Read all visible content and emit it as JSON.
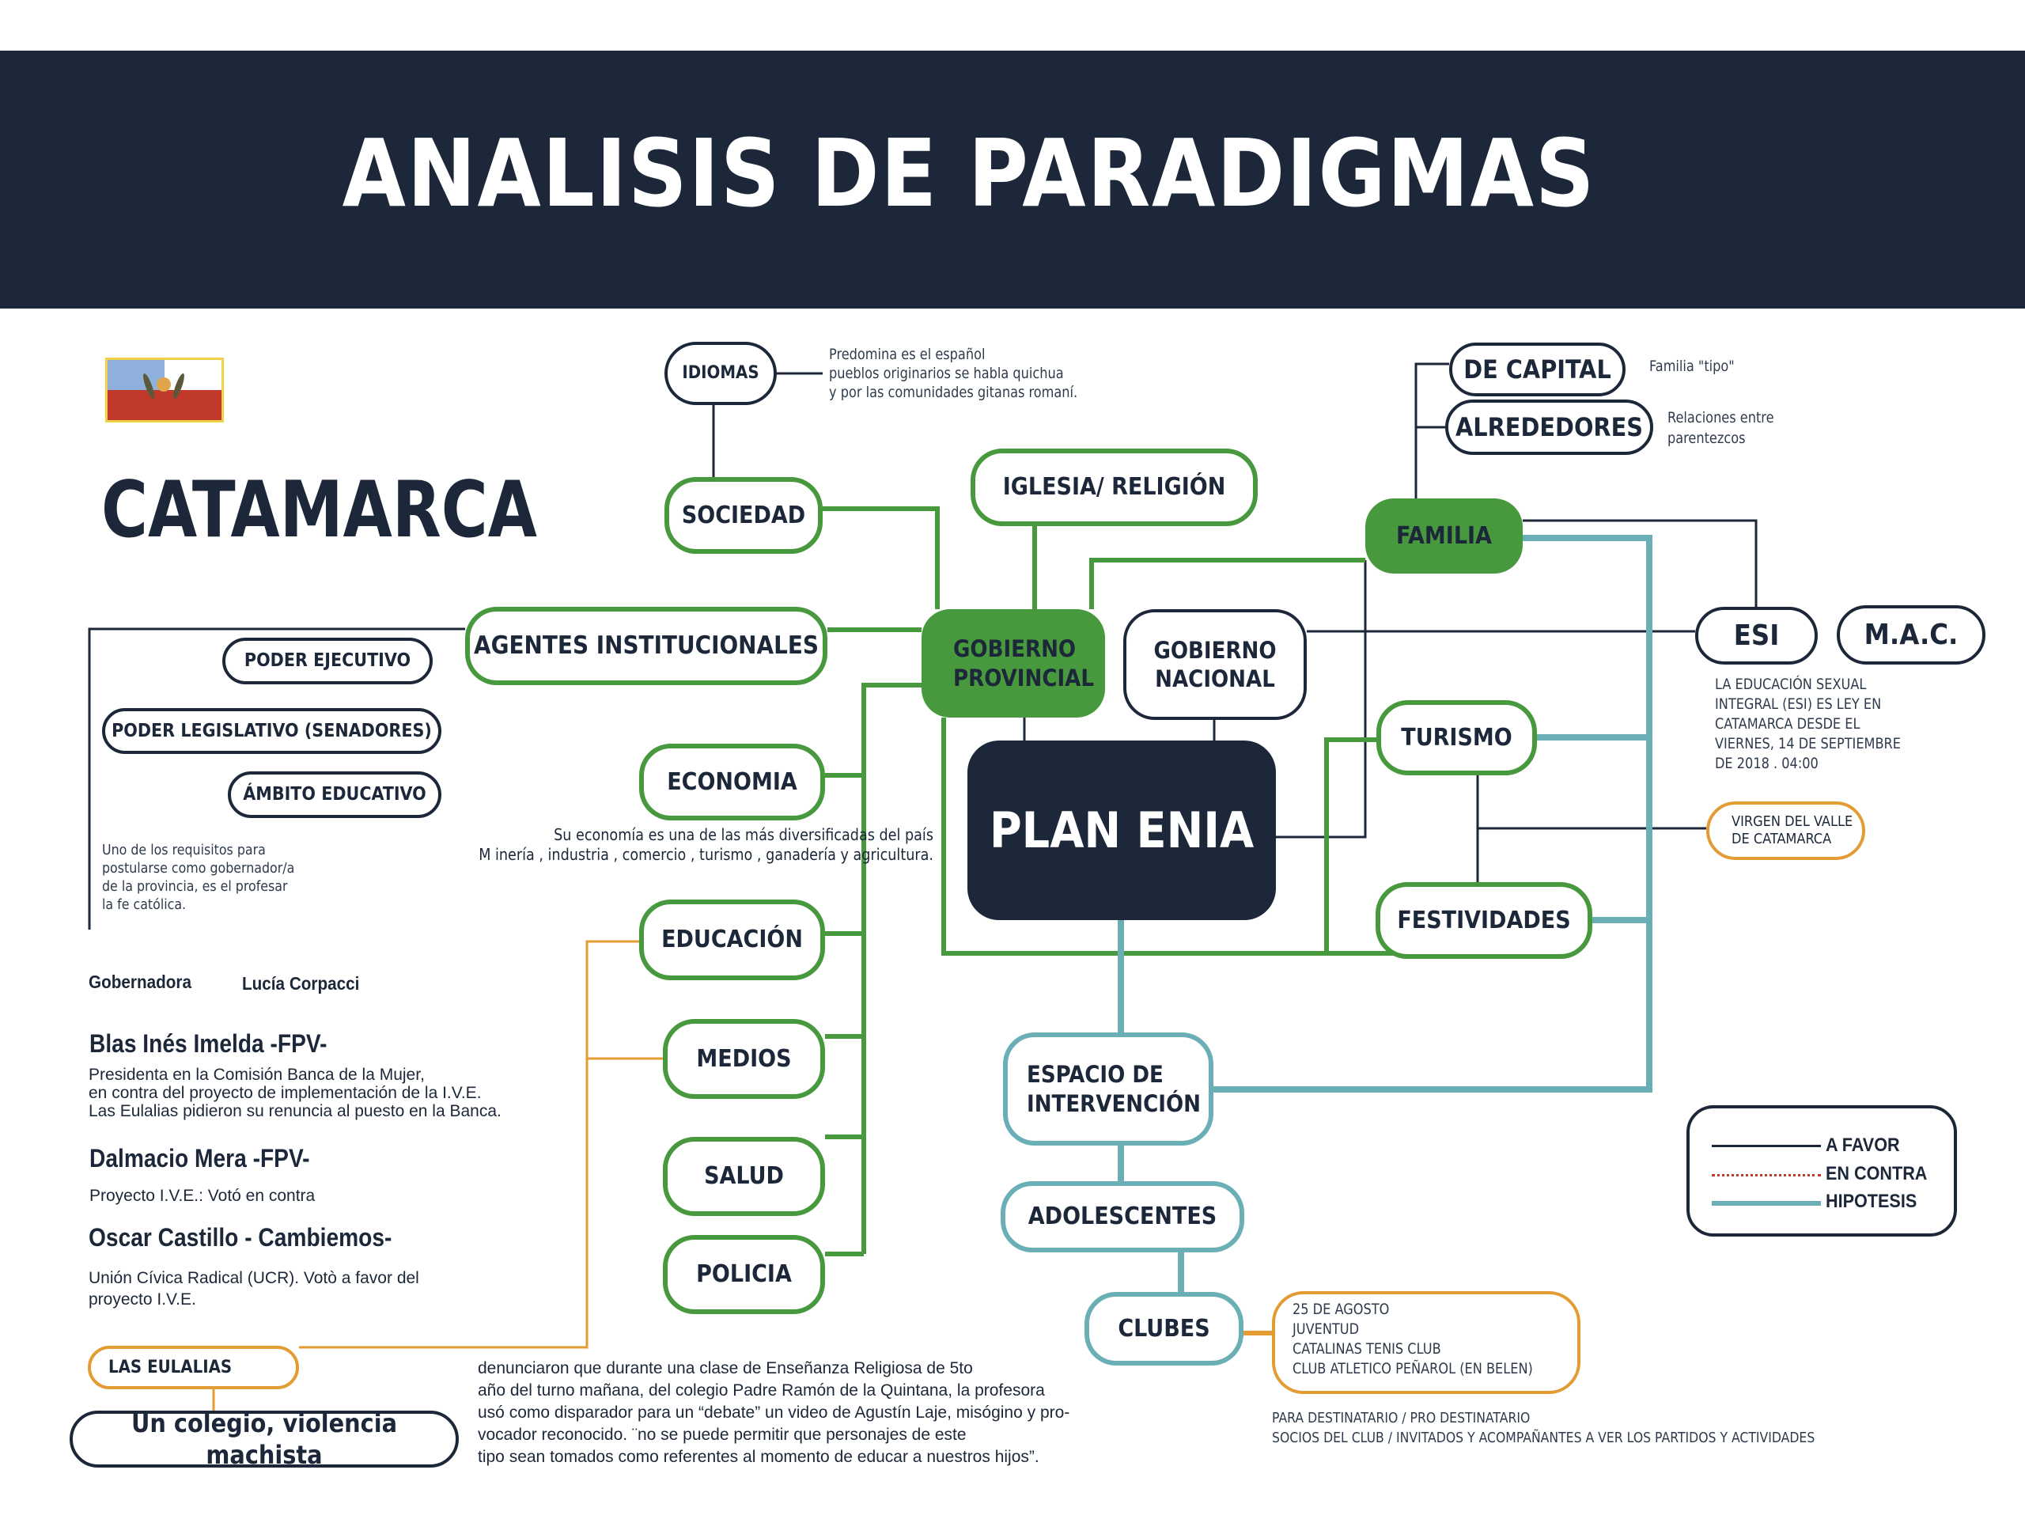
{
  "header": {
    "title": "ANALISIS DE PARADIGMAS"
  },
  "province": {
    "name": "CATAMARCA",
    "flag_icon": "catamarca-flag"
  },
  "colors": {
    "navy": "#1c2739",
    "green": "#48993e",
    "teal": "#6aafb5",
    "orange": "#e39b34",
    "red": "#c0392b"
  },
  "nodes": {
    "idiomas": "IDIOMAS",
    "sociedad": "SOCIEDAD",
    "iglesia": "IGLESIA/ RELIGIÓN",
    "familia": "FAMILIA",
    "de_capital": "DE CAPITAL",
    "alrededores": "ALREDEDORES",
    "agentes": "AGENTES INSTITUCIONALES",
    "gob_provincial": "GOBIERNO\nPROVINCIAL",
    "gob_nacional": "GOBIERNO\nNACIONAL",
    "esi": "ESI",
    "mac": "M.A.C.",
    "plan_enia": "PLAN ENIA",
    "turismo": "TURISMO",
    "festividades": "FESTIVIDADES",
    "economia": "ECONOMIA",
    "educacion": "EDUCACIÓN",
    "medios": "MEDIOS",
    "salud": "SALUD",
    "policia": "POLICIA",
    "espacio": "ESPACIO DE\nINTERVENCIÓN",
    "adolescentes": "ADOLESCENTES",
    "clubes": "CLUBES",
    "poder_ejecutivo": "PODER EJECUTIVO",
    "poder_legislativo": "PODER LEGISLATIVO (SENADORES)",
    "ambito_educativo": "ÁMBITO EDUCATIVO",
    "virgen": "VIRGEN DEL VALLE\nDE CATAMARCA",
    "las_eulalias": "LAS EULALIAS",
    "colegio": "Un colegio, violencia machista"
  },
  "notes": {
    "idiomas": "Predomina es el  español\npueblos originarios se habla quichua\ny por las comunidades gitanas romaní.",
    "de_capital": "Familia \"tipo\"",
    "alrededores": "Relaciones entre\nparentezcos",
    "esi": "LA EDUCACIÓN SEXUAL\nINTEGRAL (ESI) ES LEY EN\nCATAMARCA DESDE EL\nVIERNES, 14 DE SEPTIEMBRE\nDE 2018 . 04:00",
    "economia": "Su economía es una de las más diversificadas del país\nM inería ,  industria ,  comercio ,  turismo ,  ganadería y  agricultura.",
    "requisito": "Uno de los requisitos para\npostularse como gobernador/a\nde la provincia, es el profesar\nla fe católica.",
    "clubes_list": "25 DE AGOSTO\nJUVENTUD\nCATALINAS TENIS CLUB\nCLUB ATLETICO PEÑAROL (EN BELEN)",
    "destinatario": "PARA DESTINATARIO   /   PRO DESTINATARIO\nSOCIOS DEL CLUB / INVITADOS Y ACOMPAÑANTES A VER LOS PARTIDOS Y ACTIVIDADES",
    "eulalias": "denunciaron que durante una clase de Enseñanza Religiosa de 5to\naño del turno mañana, del colegio Padre Ramón de la Quintana, la profesora\nusó como disparador para un “debate” un video de Agustín Laje, misógino y pro-\nvocador reconocido. ¨no se puede permitir que personajes de este\ntipo sean tomados como referentes al momento de educar a nuestros hijos”."
  },
  "governor": {
    "label": "Gobernadora",
    "name": "Lucía Corpacci"
  },
  "senators": [
    {
      "name": "Blas Inés Imelda -FPV-",
      "detail": "Presidenta en la Comisión Banca de la Mujer,\nen contra del  proyecto de implementación de la I.V.E.\nLas Eulalias pidieron su renuncia al puesto en la Banca."
    },
    {
      "name": "Dalmacio Mera -FPV-",
      "detail": "Proyecto I.V.E.: Votó en contra"
    },
    {
      "name": "Oscar Castillo - Cambiemos-",
      "detail": "Unión Cívica Radical (UCR). Votò a favor del\nproyecto I.V.E."
    }
  ],
  "legend": {
    "items": [
      {
        "label": "A FAVOR",
        "style": "solid-navy"
      },
      {
        "label": "EN CONTRA",
        "style": "dotted-red"
      },
      {
        "label": "HIPOTESIS",
        "style": "thick-teal"
      }
    ]
  }
}
